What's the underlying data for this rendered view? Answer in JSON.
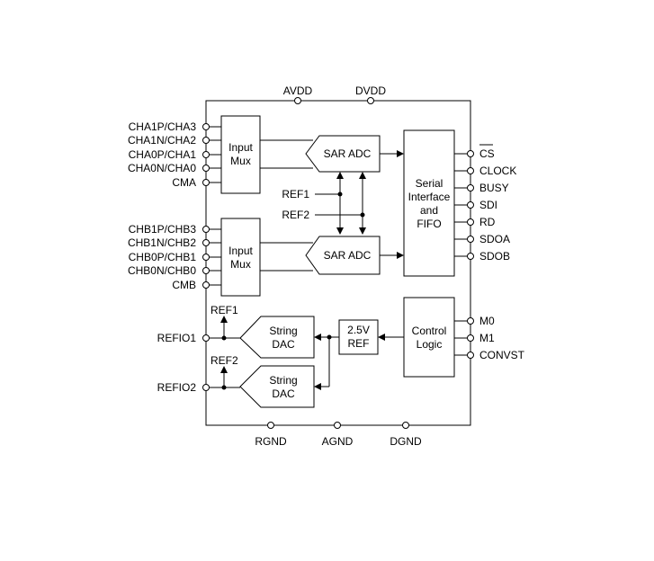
{
  "pins": {
    "top": [
      "AVDD",
      "DVDD"
    ],
    "bottom": [
      "RGND",
      "AGND",
      "DGND"
    ],
    "left_a": [
      "CHA1P/CHA3",
      "CHA1N/CHA2",
      "CHA0P/CHA1",
      "CHA0N/CHA0",
      "CMA"
    ],
    "left_b": [
      "CHB1P/CHB3",
      "CHB1N/CHB2",
      "CHB0P/CHB1",
      "CHB0N/CHB0",
      "CMB"
    ],
    "left_ref": [
      "REFIO1",
      "REFIO2"
    ],
    "right_serial": [
      "CS",
      "CLOCK",
      "BUSY",
      "SDI",
      "RD",
      "SDOA",
      "SDOB"
    ],
    "right_control": [
      "M0",
      "M1",
      "CONVST"
    ]
  },
  "blocks": {
    "mux_a": [
      "Input",
      "Mux"
    ],
    "mux_b": [
      "Input",
      "Mux"
    ],
    "adc_a": "SAR ADC",
    "adc_b": "SAR ADC",
    "serial": [
      "Serial",
      "Interface",
      "and",
      "FIFO"
    ],
    "control": [
      "Control",
      "Logic"
    ],
    "ref": [
      "2.5V",
      "REF"
    ],
    "dac1": [
      "String",
      "DAC"
    ],
    "dac2": [
      "String",
      "DAC"
    ]
  },
  "internal_labels": {
    "ref1": "REF1",
    "ref2": "REF2",
    "ref1_out": "REF1",
    "ref2_out": "REF2"
  }
}
